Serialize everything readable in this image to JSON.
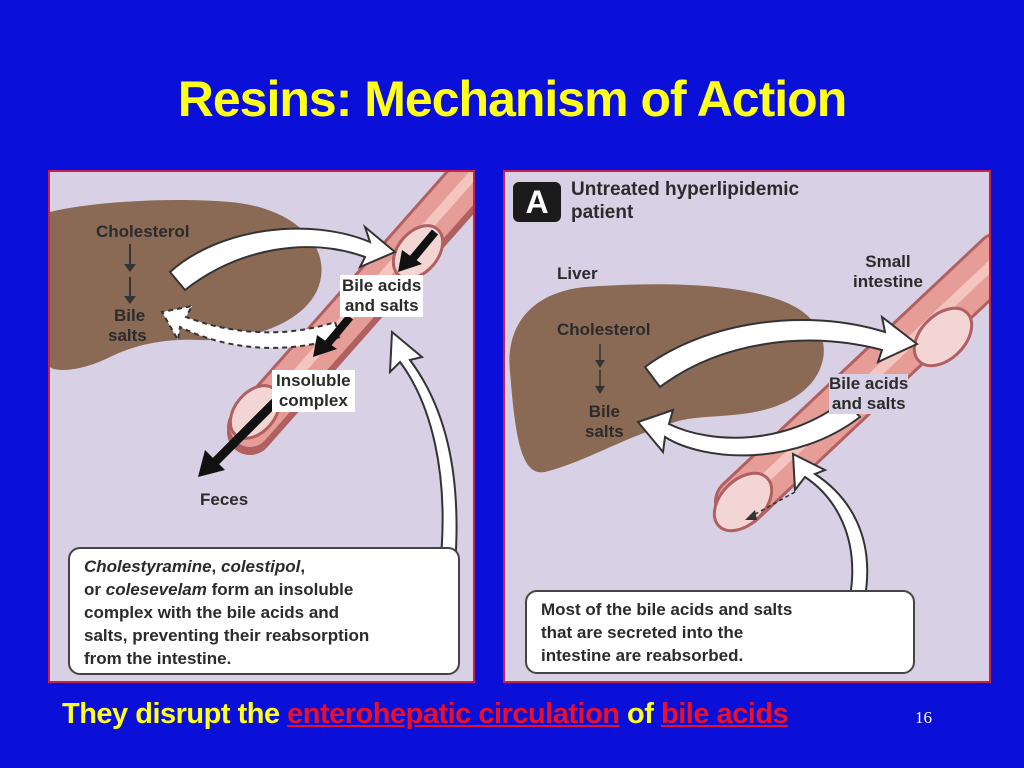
{
  "title": "Resins: Mechanism of Action",
  "left_panel": {
    "cholesterol": "Cholesterol",
    "bile_salts_1": "Bile",
    "bile_salts_2": "salts",
    "bile_acids_1": "Bile acids",
    "bile_acids_2": "and salts",
    "insoluble_1": "Insoluble",
    "insoluble_2": "complex",
    "feces": "Feces",
    "caption_drug1": "Cholestyramine",
    "caption_comma": ", ",
    "caption_drug2": "colestipol",
    "caption_or": "or ",
    "caption_drug3": "colesevelam",
    "caption_line2_rest": " form an insoluble",
    "caption_line3": "complex with the bile acids and",
    "caption_line4": "salts, preventing their reabsorption",
    "caption_line5": "from the intestine."
  },
  "right_panel": {
    "badge": "A",
    "heading_1": "Untreated hyperlipidemic",
    "heading_2": "patient",
    "liver": "Liver",
    "small_intestine_1": "Small",
    "small_intestine_2": "intestine",
    "cholesterol": "Cholesterol",
    "bile_salts_1": "Bile",
    "bile_salts_2": "salts",
    "bile_acids_1": "Bile acids",
    "bile_acids_2": "and salts",
    "caption_line1": "Most of the bile acids and salts",
    "caption_line2": "that are secreted into the",
    "caption_line3": "intestine are reabsorbed."
  },
  "footer": {
    "part1": "They disrupt the ",
    "link1": "enterohepatic circulation",
    "part2": " of ",
    "link2": "bile acids"
  },
  "page_number": "16",
  "colors": {
    "background": "#0a10d8",
    "title": "#ffff1e",
    "highlight": "#e8102a",
    "liver": "#8a6a55",
    "intestine": "#e69d97"
  }
}
